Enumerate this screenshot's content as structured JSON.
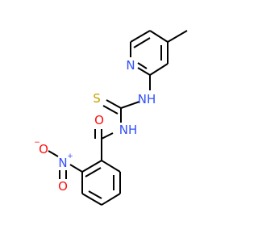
{
  "molecule": {
    "atoms": {
      "pyridine_n": {
        "symbol": "N",
        "color": "#3050F8"
      },
      "amine_nh_thio": {
        "symbol": "NH",
        "color": "#3050F8"
      },
      "thione_s": {
        "symbol": "S",
        "color": "#C8A000"
      },
      "amide_nh": {
        "symbol": "NH",
        "color": "#3050F8"
      },
      "carbonyl_o": {
        "symbol": "O",
        "color": "#FF0D0D"
      },
      "nitro_n": {
        "symbol": "N",
        "charge": "+",
        "color": "#3050F8"
      },
      "nitro_o_minus": {
        "symbol": "O",
        "charge": "−",
        "color": "#FF0D0D"
      },
      "nitro_o_double": {
        "symbol": "O",
        "color": "#FF0D0D"
      }
    },
    "bond_color": "#000000"
  }
}
